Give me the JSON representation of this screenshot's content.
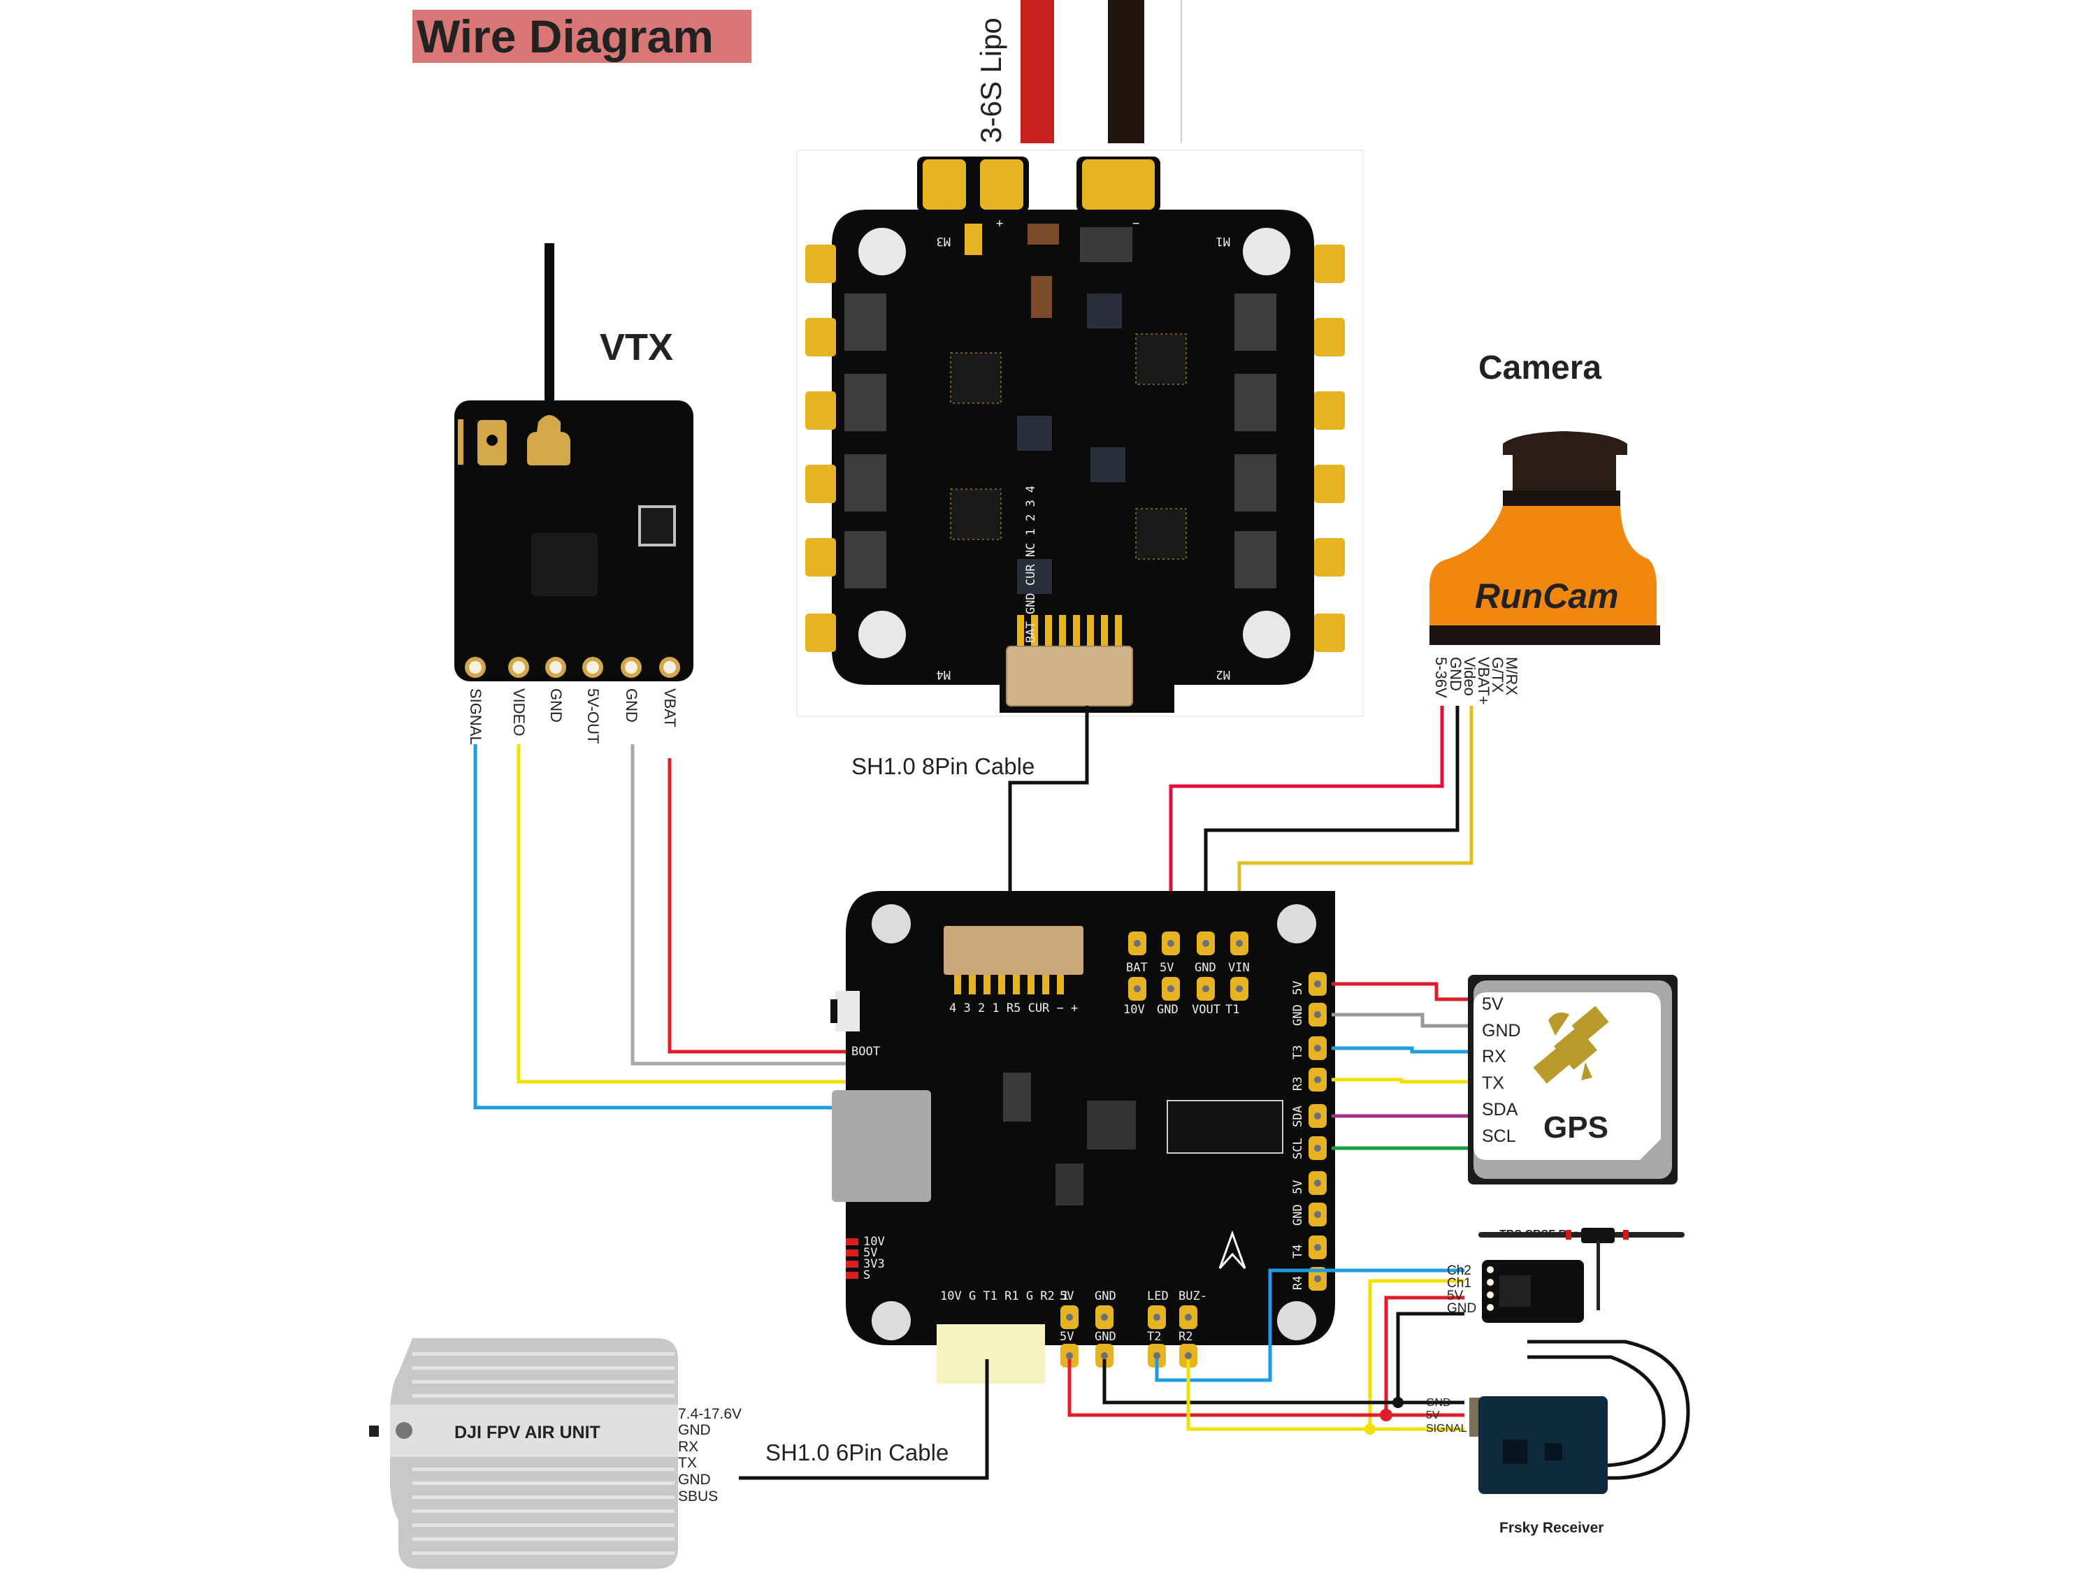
{
  "title": "Wire Diagram",
  "colors": {
    "title_bg": "#d97777",
    "pcb": "#0b0b0b",
    "pad": "#e6b422",
    "wire_red": "#e11d2a",
    "wire_black": "#111111",
    "wire_yellow": "#f2e000",
    "wire_yellow_dark": "#e0c020",
    "wire_blue": "#1e9ee0",
    "wire_gray": "#a0a0a0",
    "wire_purple": "#a0308a",
    "wire_green": "#10a040",
    "camera_orange": "#f0870f",
    "frsky_blue": "#0e2a3c",
    "dji_gray": "#c8c8c8",
    "gps_gold": "#b89a2a"
  },
  "battery": {
    "label": "3-6S Lipo",
    "wires": [
      "red",
      "black"
    ]
  },
  "esc": {
    "motor_labels": [
      "M3",
      "M1",
      "M4",
      "M2"
    ],
    "connector_pins": [
      "BAT",
      "GND",
      "CUR",
      "NC",
      "1",
      "2",
      "3",
      "4"
    ],
    "power_marks": [
      "+",
      "−"
    ]
  },
  "cables": {
    "esc_cable": "SH1.0 8Pin  Cable",
    "dji_cable": "SH1.0 6Pin  Cable"
  },
  "vtx": {
    "title": "VTX",
    "pins": [
      "SIGNAL",
      "VIDEO",
      "GND",
      "5V-OUT",
      "GND",
      "VBAT"
    ]
  },
  "camera": {
    "title": "Camera",
    "brand": "RunCam",
    "pins": [
      "5-36V",
      "GND",
      "Video",
      "VBAT+",
      "G/TX",
      "M/RX"
    ]
  },
  "fc": {
    "top_pads_row1": [
      "BAT",
      "5V",
      "GND",
      "VIN"
    ],
    "top_pads_row2": [
      "10V",
      "GND",
      "VOUT",
      "T1"
    ],
    "esc_connector_labels": "4 3 2 1 R5 CUR − +",
    "boot_label": "BOOT",
    "right_pads": [
      "5V",
      "GND",
      "T3",
      "R3",
      "SDA",
      "SCL",
      "5V",
      "GND",
      "T4",
      "R4"
    ],
    "led_labels": [
      "10V",
      "5V",
      "3V3",
      "S"
    ],
    "dji_connector_labels": "10V G T1 R1 G R2 1",
    "bottom_pads_row1": [
      "5V",
      "GND",
      "LED",
      "BUZ-"
    ],
    "bottom_pads_row2": [
      "5V",
      "GND",
      "T2",
      "R2"
    ]
  },
  "gps": {
    "title": "GPS",
    "icon": "satellite-icon",
    "pins": [
      "5V",
      "GND",
      "RX",
      "TX",
      "SDA",
      "SCL"
    ]
  },
  "crsf": {
    "title": "TBS CRSF Receiver",
    "pins": [
      "Ch2",
      "Ch1",
      "5V",
      "GND"
    ]
  },
  "frsky": {
    "title": "Frsky Receiver",
    "pins": [
      "GND",
      "5V",
      "SIGNAL"
    ]
  },
  "dji": {
    "title": "DJI FPV AIR UNIT",
    "pins": [
      "7.4-17.6V",
      "GND",
      "RX",
      "TX",
      "GND",
      "SBUS"
    ]
  }
}
